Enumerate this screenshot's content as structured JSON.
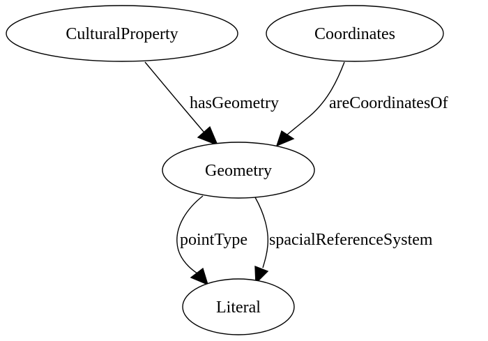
{
  "diagram": {
    "nodes": {
      "cultural_property": {
        "label": "CulturalProperty"
      },
      "coordinates": {
        "label": "Coordinates"
      },
      "geometry": {
        "label": "Geometry"
      },
      "literal": {
        "label": "Literal"
      }
    },
    "edges": {
      "has_geometry": {
        "label": "hasGeometry",
        "from": "CulturalProperty",
        "to": "Geometry"
      },
      "are_coordinates_of": {
        "label": "areCoordinatesOf",
        "from": "Coordinates",
        "to": "Geometry"
      },
      "point_type": {
        "label": "pointType",
        "from": "Geometry",
        "to": "Literal"
      },
      "spacial_reference_system": {
        "label": "spacialReferenceSystem",
        "from": "Geometry",
        "to": "Literal"
      }
    }
  }
}
